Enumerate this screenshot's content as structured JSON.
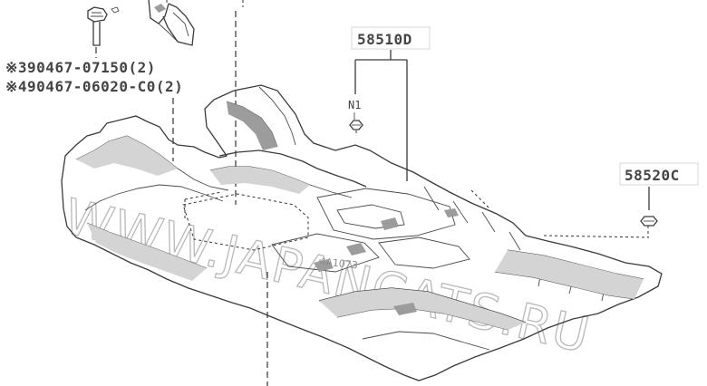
{
  "labels": {
    "part_main": "58510D",
    "part_side": "58520C",
    "clip_top_1": "※390467-07150(2)",
    "clip_top_2": "※490467-06020-C0(2)",
    "clip_n1": "N1"
  },
  "watermark": {
    "text": "WWW.JAPANCATS.RU"
  },
  "diagram_code": "4A1073",
  "colors": {
    "line": "#3a3a3a",
    "label_bg": "#ffffff",
    "label_text": "#444444",
    "watermark": "#b9b9b9"
  }
}
